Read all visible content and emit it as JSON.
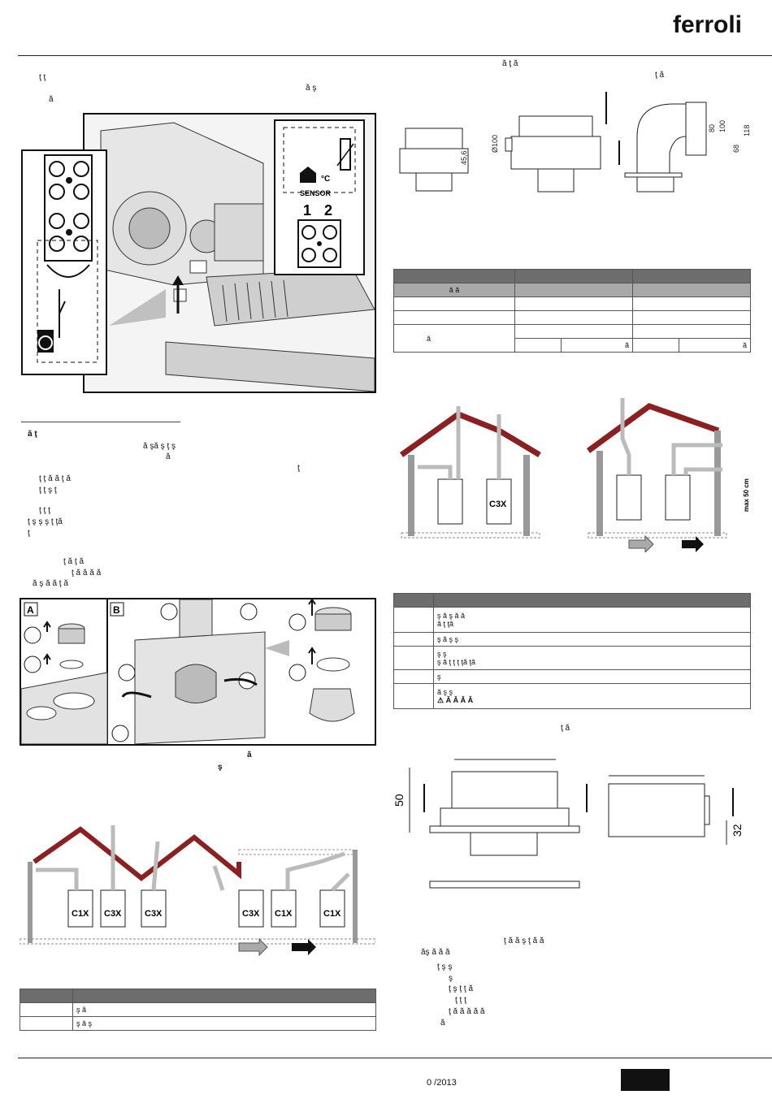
{
  "brand": {
    "logo_text": "ferroli"
  },
  "left_column": {
    "intro_lines": [
      "ţ        ţ",
      "ă ş",
      "ă"
    ],
    "section_heading": "ă                    ţ",
    "paragraph1": [
      "ă      şă ş            ţ                                        ş",
      "ă",
      "ţ",
      "ţ                           ţ   ă                        ă   ţ                                   ă",
      "ţ                                                                                    ţ ş            ţ",
      "ţ                                               ţ                                       ţ",
      "ţ                                                ş                ş ş         ţ                       ţă",
      "ţ"
    ],
    "paragraph2": [
      "ţ                                         ă         ţ                                    ă",
      "ţ                   ă   ă                   ă                         ă",
      "ă   ş   ă              ă                    ţ       ă"
    ],
    "fig_caption": [
      "ă",
      "ş"
    ],
    "assembly_labels": {
      "panel_a": "A",
      "panel_b": "B"
    },
    "connector_labels": {
      "sensor": "SENSOR",
      "t1": "1",
      "t2": "2",
      "unit": "°C"
    },
    "table": {
      "rows": [
        {
          "col1": "",
          "col2": ""
        },
        {
          "col1": "",
          "col2": "ş                   ă"
        },
        {
          "col1": "",
          "col2": "ş                      ă          ş"
        }
      ]
    },
    "installation_labels": [
      "C1X",
      "C3X",
      "C3X",
      "C3X",
      "C1X",
      "C1X"
    ]
  },
  "right_column": {
    "top_lines": [
      "ă            ţ                                        ă",
      "ţ                                        ă"
    ],
    "dims_top": {
      "d100": "Ø100",
      "h45": "45,6",
      "h80": "80",
      "h100": "100",
      "h68": "68",
      "h118": "118"
    },
    "spec_table": {
      "row1": "ă          ă",
      "row4_label": "ă",
      "sub_cells": [
        "",
        "ă",
        "",
        "ă"
      ]
    },
    "roof_labels": {
      "c3x": "C3X",
      "max_label": "max 50 cm"
    },
    "table2": {
      "rows": [
        "ş                       ă                                                    ş                   ă                           ă",
        "ă                                          ţ                                      ţă",
        "ş                     ă              ş                            ş",
        "ş                                           ş",
        "ş                                      ă         ţ                     ţ     ţ   ţă     ţă",
        "ş",
        "ă                     ş                                                      ş",
        "Ă                              Ă               Ă                                    Ă"
      ]
    },
    "mid_line": "ţ                 ă",
    "dims_bottom": {
      "h50": "50",
      "h32": "32"
    },
    "bottom_paragraph": [
      "ţ                           ă                   ă ş          ţ    ă   ă",
      "ăş           ă                         ă         ă",
      "ţ                                                            ş                                                  ş",
      "ş",
      "ţ           ş            ţ                                                                      ţ              ă",
      "ţ             ţ           ţ",
      "ţ                         ă                    ă                   ă                 ă                          ă",
      "ă"
    ]
  },
  "footer": {
    "date": "0  /2013"
  },
  "colors": {
    "roof": "#8b2020",
    "brick": "#6b6b6b",
    "table_header": "#6d6d6d"
  }
}
